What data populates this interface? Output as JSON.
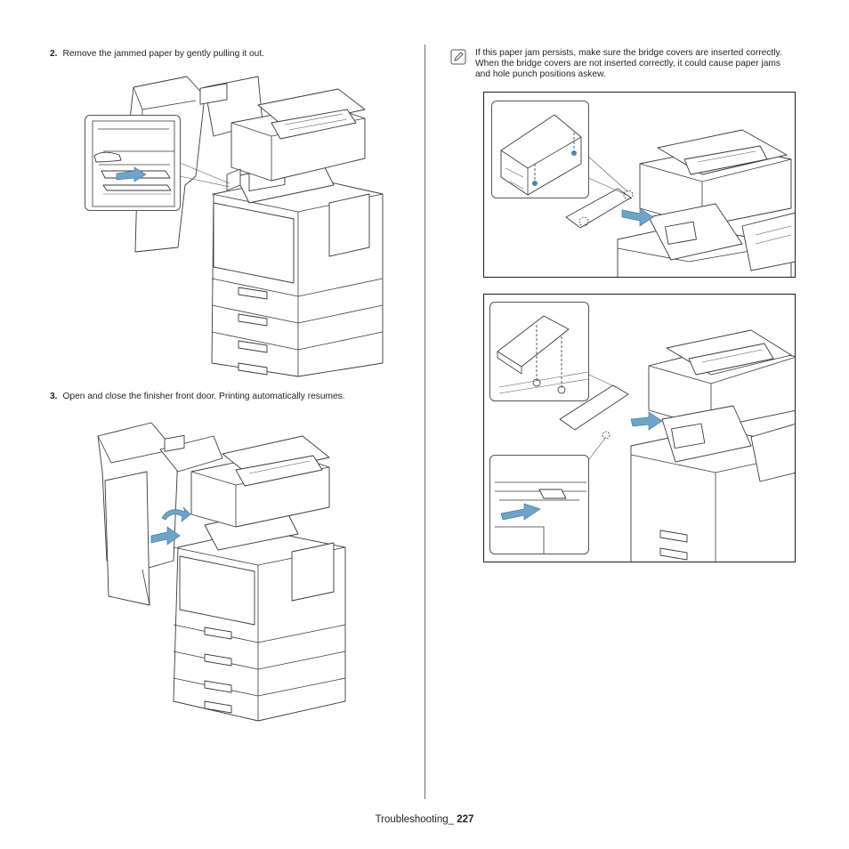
{
  "steps": [
    {
      "number": "2.",
      "text": "Remove the jammed paper by gently pulling it out."
    },
    {
      "number": "3.",
      "text": "Open and close the finisher front door. Printing automatically resumes."
    }
  ],
  "note": {
    "icon": "note-pencil-icon",
    "text": "If this paper jam persists, make sure the bridge covers are inserted correctly. When the bridge covers are not inserted correctly, it could cause paper jams and hole punch positions askew."
  },
  "footer": {
    "section": "Troubleshooting_",
    "page_number": "227"
  },
  "colors": {
    "text": "#231f20",
    "arrow_fill": "#6ea4c9",
    "divider": "#6d6e71"
  }
}
